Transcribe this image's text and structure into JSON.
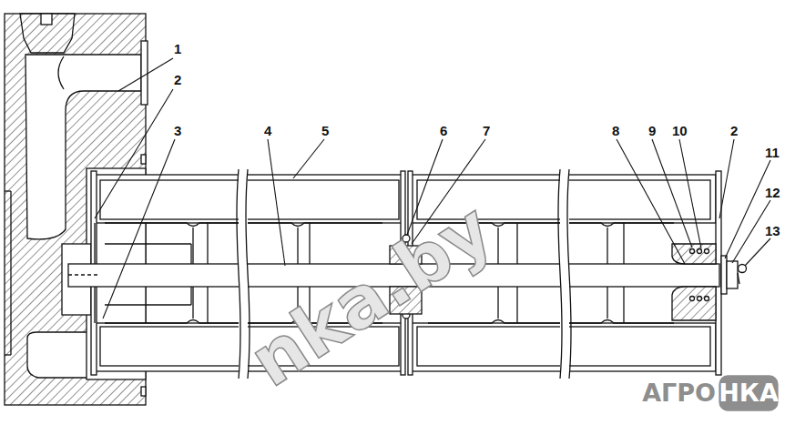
{
  "diagram": {
    "labels": [
      "1",
      "2",
      "3",
      "4",
      "5",
      "6",
      "7",
      "8",
      "9",
      "10",
      "2",
      "11",
      "12",
      "13",
      "nka.by",
      "АГРО",
      "НКА"
    ]
  }
}
